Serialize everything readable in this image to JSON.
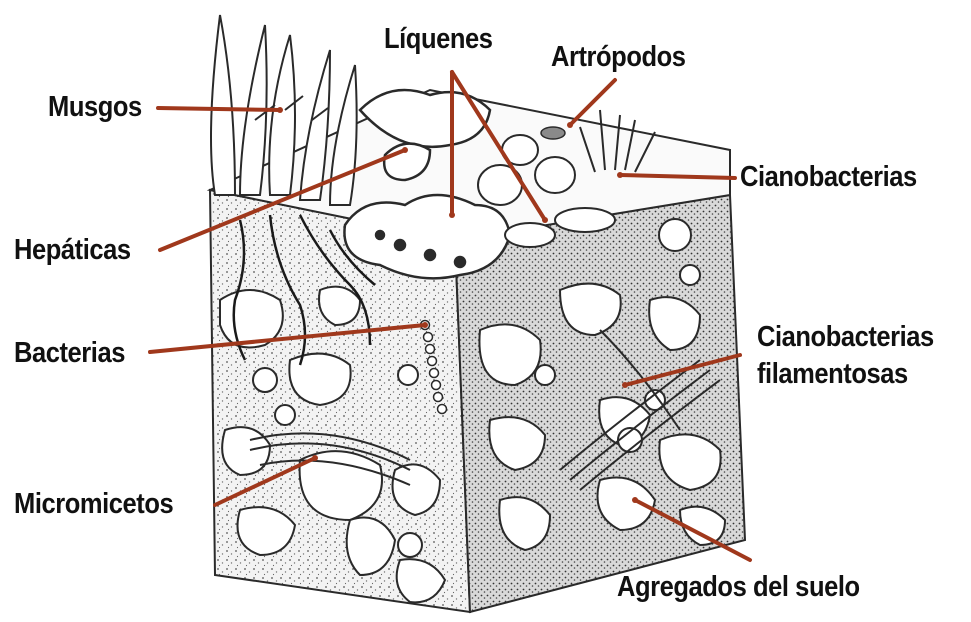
{
  "labels": {
    "musgos": "Musgos",
    "liquenes": "Líquenes",
    "artropodos": "Artrópodos",
    "cianobacterias": "Cianobacterias",
    "hepaticas": "Hepáticas",
    "bacterias": "Bacterias",
    "cianobacterias_filamentosas_1": "Cianobacterias",
    "cianobacterias_filamentosas_2": "filamentosas",
    "micromicetos": "Micromicetos",
    "agregados": "Agregados del suelo"
  },
  "colors": {
    "leader_line": "#a0381c",
    "label_text": "#111111",
    "ink": "#2a2a2a",
    "background": "#ffffff"
  }
}
